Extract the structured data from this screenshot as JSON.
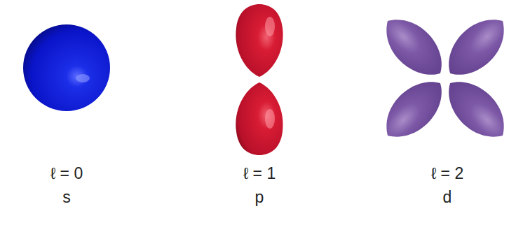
{
  "diagram": {
    "labels": [
      "ℓ = 0",
      "s",
      "ℓ = 1",
      "p",
      "ℓ = 2",
      "d"
    ]
  }
}
